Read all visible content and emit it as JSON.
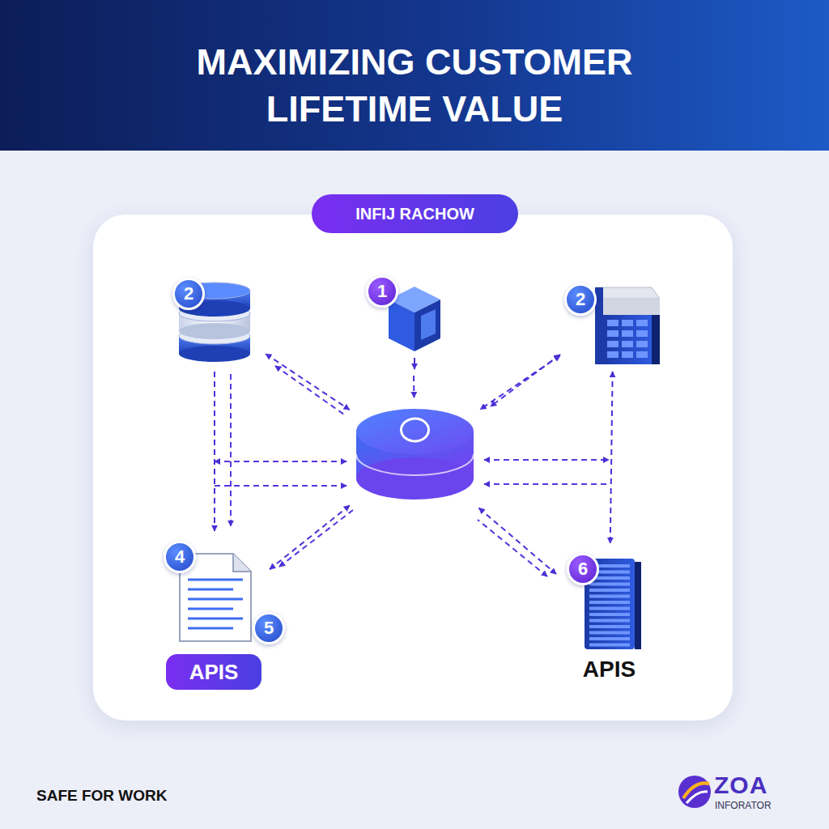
{
  "diagram": {
    "title": "MAXIMIZING CUSTOMER LIFETIME VALUE",
    "nodes": [
      {
        "text": [
          "INFIJ RACHOW"
        ]
      },
      {
        "text": [
          "2"
        ]
      },
      {
        "text": [
          "1"
        ]
      },
      {
        "text": [
          "2"
        ]
      },
      {
        "text": []
      },
      {
        "text": [
          "4",
          "5",
          "APIS"
        ]
      },
      {
        "text": [
          "6",
          "APIS"
        ]
      }
    ],
    "edges": [
      {
        "from": 1,
        "to": 4,
        "arrow": "both"
      },
      {
        "from": 2,
        "to": 4,
        "arrow": "to"
      },
      {
        "from": 3,
        "to": 4,
        "arrow": "both"
      },
      {
        "from": 4,
        "to": 5,
        "arrow": "both"
      },
      {
        "from": 4,
        "to": 6,
        "arrow": "both"
      },
      {
        "from": 1,
        "to": 5,
        "arrow": "to"
      },
      {
        "from": 3,
        "to": 6,
        "arrow": "both"
      }
    ],
    "labels": [
      "SAFE FOR WORK",
      "ZOA",
      "INFORATOR"
    ]
  }
}
